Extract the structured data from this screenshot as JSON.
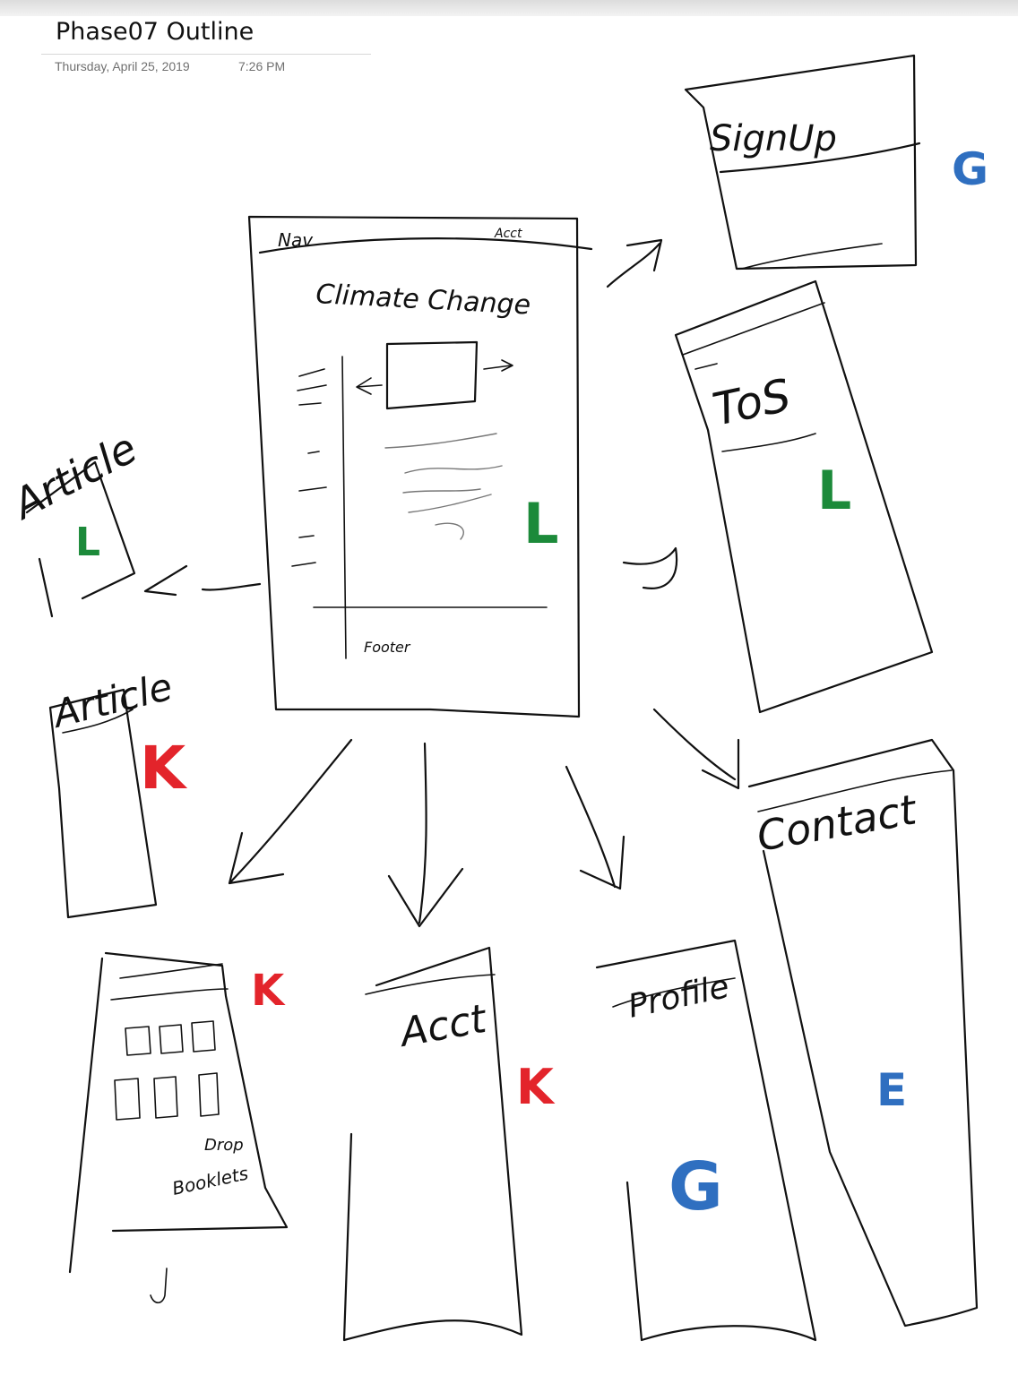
{
  "page": {
    "title": "Phase07 Outline",
    "date": "Thursday, April 25, 2019",
    "time": "7:26 PM"
  },
  "sketch": {
    "main_page": {
      "nav": "Nav",
      "account": "Acct",
      "heading": "Climate Change",
      "footer": "Footer"
    },
    "signup": "SignUp",
    "tos": "ToS",
    "article_top": "Article",
    "article_left": "Article",
    "acct": "Acct",
    "profile": "Profile",
    "contact": "Contact",
    "grid_caption_1": "Drop",
    "grid_caption_2": "Booklets"
  },
  "marks": {
    "signup": {
      "letter": "G",
      "color": "#2f6fc0"
    },
    "tos": {
      "letter": "L",
      "color": "#1c8a3a"
    },
    "main": {
      "letter": "L",
      "color": "#1c8a3a"
    },
    "article_top": {
      "letter": "L",
      "color": "#1c8a3a"
    },
    "article_left": {
      "letter": "K",
      "color": "#e3242b"
    },
    "grid_page": {
      "letter": "K",
      "color": "#e3242b"
    },
    "acct": {
      "letter": "K",
      "color": "#e3242b"
    },
    "profile": {
      "letter": "G",
      "color": "#2f6fc0"
    },
    "contact": {
      "letter": "E",
      "color": "#2f6fc0"
    }
  }
}
